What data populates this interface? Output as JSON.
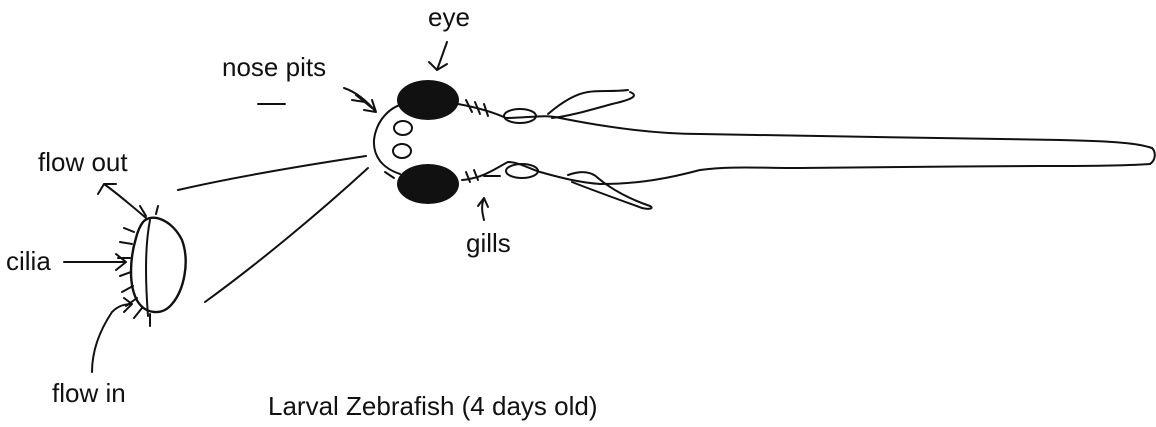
{
  "labels": {
    "eye": "eye",
    "nose_pits": "nose pits",
    "flow_out": "flow out",
    "cilia": "cilia",
    "gills": "gills",
    "flow_in": "flow in"
  },
  "title": "Larval Zebrafish (4 days old)",
  "colors": {
    "ink": "#111111",
    "background": "#ffffff"
  }
}
